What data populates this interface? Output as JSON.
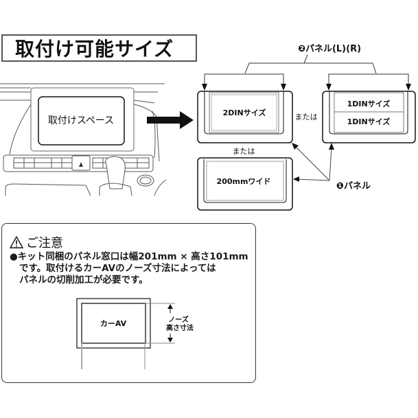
{
  "title": "取付け可能サイズ",
  "dashboard": {
    "space_label": "取付けスペース"
  },
  "panel2_label": "❷パネル(L)(R)",
  "panel1_label": "❶パネル",
  "options": {
    "din2_label": "2DINサイズ",
    "or_label_1": "または",
    "din1_top_label": "1DINサイズ",
    "din1_bottom_label": "1DINサイズ",
    "or_label_2": "または",
    "wide_label": "200mmワイド"
  },
  "notice": {
    "heading": "ご注意",
    "icon": "warning-icon",
    "line1": "●キット同梱のパネル窓口は幅201mm × 高さ101mm",
    "line2": "です。取付けるカーAVのノーズ寸法によっては",
    "line3": "パネルの切削加工が必要です。",
    "diagram_label": "カーAV",
    "dimension_label_1": "ノーズ",
    "dimension_label_2": "高さ寸法"
  }
}
